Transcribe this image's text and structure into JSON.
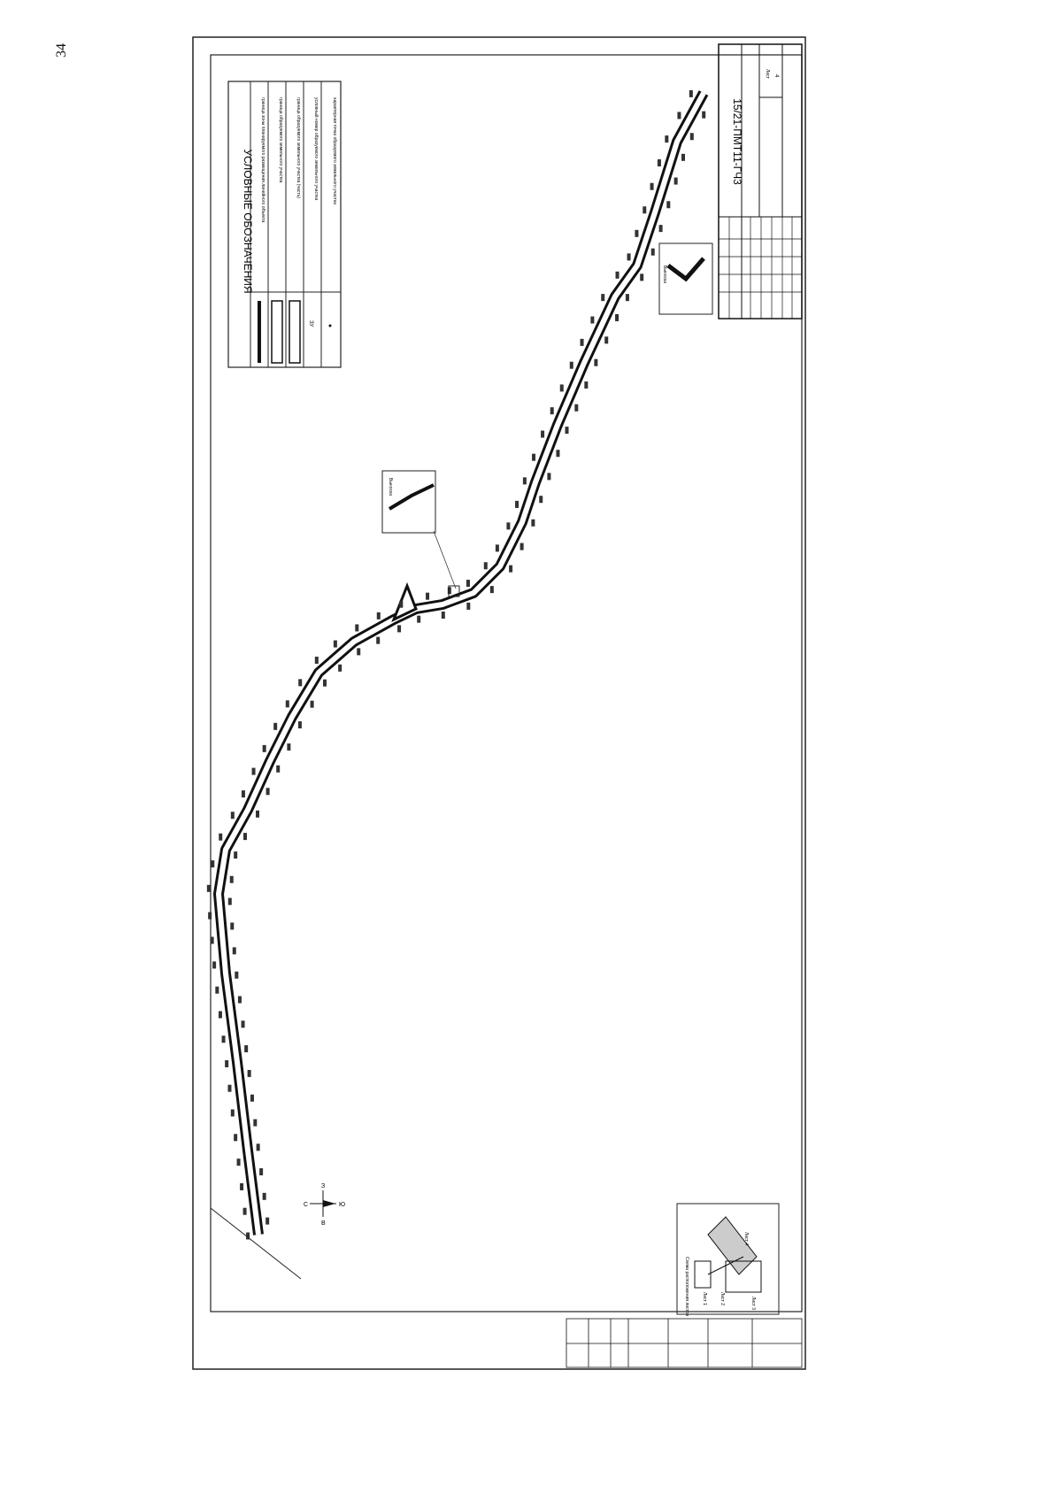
{
  "page_number": "34",
  "legend": {
    "title": "УСЛОВНЫЕ ОБОЗНАЧЕНИЯ",
    "items": [
      "граница зоны планируемого размещения линейного объекта",
      "граница образуемого земельного участка",
      "граница образуемого земельного участка (часть)",
      "условный номер образуемого земельного участка",
      "характерная точка образуемого земельного участка"
    ],
    "sample_label": "ЗУ"
  },
  "title_block": {
    "code": "15/21-ПМТ11-ГЧ3",
    "sheet_label": "Лист",
    "sheet_number": "4"
  },
  "callouts": [
    "Выноска",
    "Выноска"
  ],
  "sheet_scheme": {
    "title": "Схема расположения листов",
    "sheets": [
      "Лист 1",
      "Лист 2",
      "Лист 3",
      "Лист 4"
    ]
  },
  "north_arrow": {
    "n": "С",
    "s": "Ю",
    "e": "В",
    "w": "З"
  }
}
